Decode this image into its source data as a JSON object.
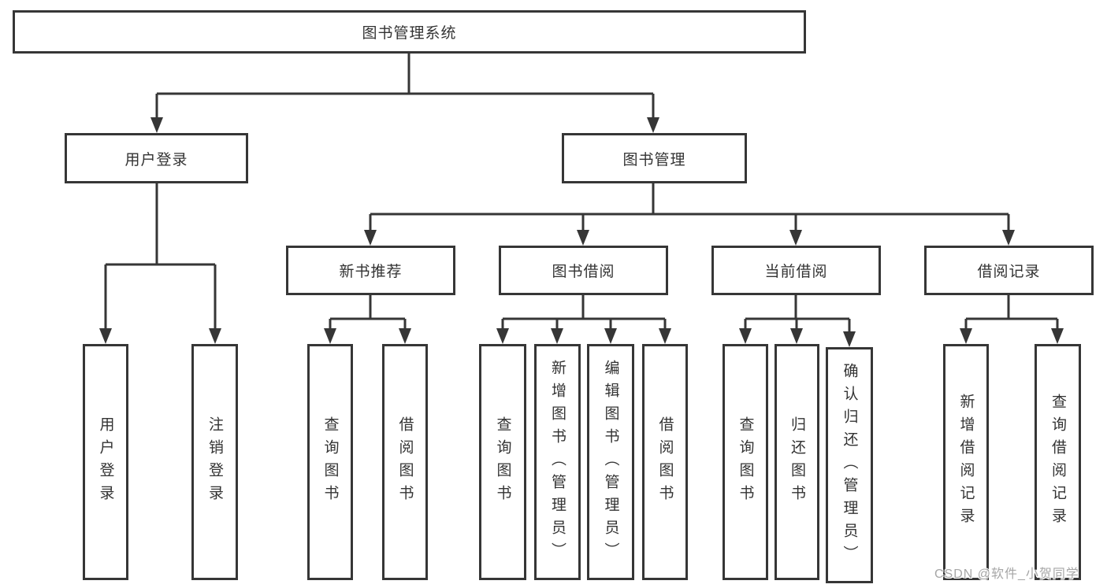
{
  "diagram": {
    "type": "hierarchy-tree",
    "root": {
      "label": "图书管理系统"
    },
    "branches": [
      {
        "label": "用户登录",
        "children": [
          {
            "label": "用户登录"
          },
          {
            "label": "注销登录"
          }
        ]
      },
      {
        "label": "图书管理",
        "sections": [
          {
            "label": "新书推荐",
            "children": [
              {
                "label": "查询图书"
              },
              {
                "label": "借阅图书"
              }
            ]
          },
          {
            "label": "图书借阅",
            "children": [
              {
                "label": "查询图书"
              },
              {
                "label": "新增图书（管理员）"
              },
              {
                "label": "编辑图书（管理员）"
              },
              {
                "label": "借阅图书"
              }
            ]
          },
          {
            "label": "当前借阅",
            "children": [
              {
                "label": "查询图书"
              },
              {
                "label": "归还图书"
              },
              {
                "label": "确认归还（管理员）"
              }
            ]
          },
          {
            "label": "借阅记录",
            "children": [
              {
                "label": "新增借阅记录"
              },
              {
                "label": "查询借阅记录"
              }
            ]
          }
        ]
      }
    ]
  },
  "watermark": {
    "text": "CSDN @软件_小贺同学"
  },
  "colors": {
    "line": "#363636",
    "box_border": "#363636",
    "box_fill": "#ffffff",
    "text": "#333333",
    "watermark": "#a6a6a6",
    "background": "#ffffff"
  }
}
